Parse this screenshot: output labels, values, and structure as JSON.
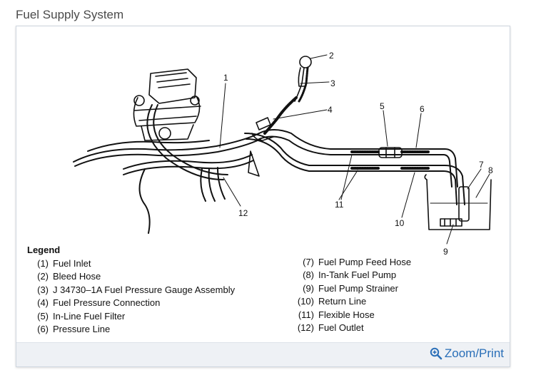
{
  "page": {
    "title": "Fuel Supply System"
  },
  "diagram": {
    "callouts": [
      "1",
      "2",
      "3",
      "4",
      "5",
      "6",
      "7",
      "8",
      "9",
      "10",
      "11",
      "12"
    ]
  },
  "legend": {
    "title": "Legend",
    "left": [
      {
        "num": "(1)",
        "text": "Fuel Inlet"
      },
      {
        "num": "(2)",
        "text": "Bleed Hose"
      },
      {
        "num": "(3)",
        "text": "J 34730–1A Fuel Pressure Gauge Assembly"
      },
      {
        "num": "(4)",
        "text": "Fuel Pressure Connection"
      },
      {
        "num": "(5)",
        "text": "In-Line Fuel Filter"
      },
      {
        "num": "(6)",
        "text": "Pressure Line"
      }
    ],
    "right": [
      {
        "num": "(7)",
        "text": "Fuel Pump Feed Hose"
      },
      {
        "num": "(8)",
        "text": "In-Tank Fuel Pump"
      },
      {
        "num": "(9)",
        "text": "Fuel Pump Strainer"
      },
      {
        "num": "(10)",
        "text": "Return Line"
      },
      {
        "num": "(11)",
        "text": "Flexible Hose"
      },
      {
        "num": "(12)",
        "text": "Fuel Outlet"
      }
    ]
  },
  "footer": {
    "zoom_label": "Zoom/Print",
    "link_color": "#2a6fb8"
  }
}
